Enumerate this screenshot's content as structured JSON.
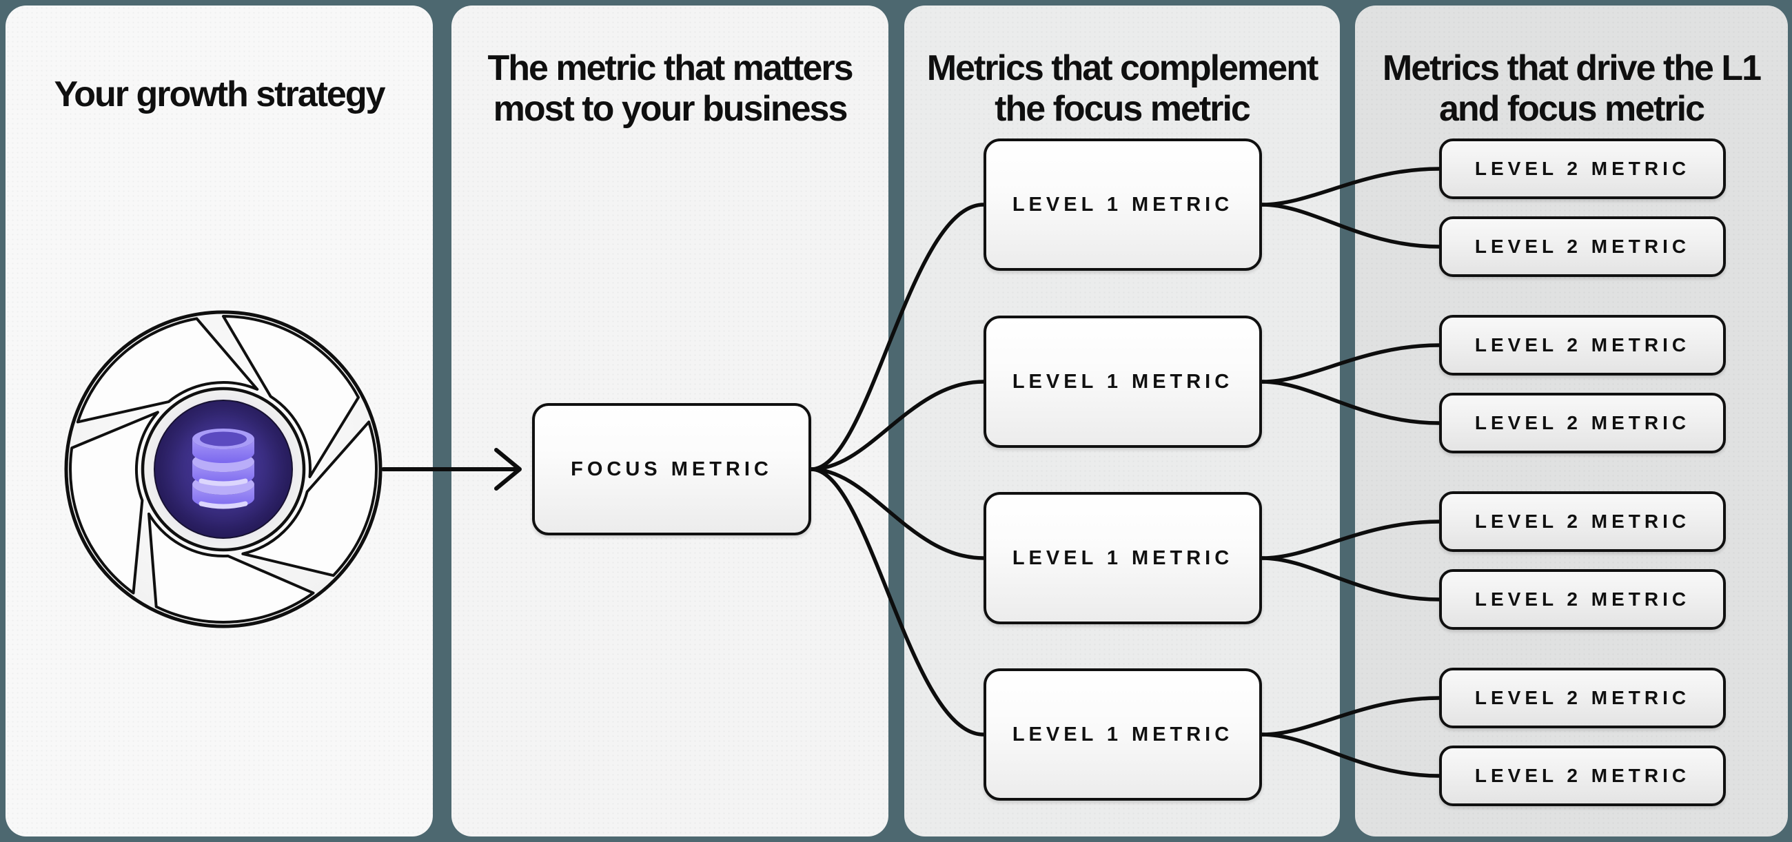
{
  "colors": {
    "background_teal": "#4d6870",
    "ink": "#101010",
    "accent_purple": "#7b68ee",
    "core_indigo": "#2a1f5c",
    "panel_1": "#f8f8f8",
    "panel_2": "#f4f4f4",
    "panel_3": "#ebecec",
    "panel_4": "#e0e1e1"
  },
  "columns": [
    {
      "id": "strategy",
      "title_lines": [
        "Your growth strategy",
        ""
      ]
    },
    {
      "id": "focus",
      "title_lines": [
        "The metric that matters",
        "most to your business"
      ]
    },
    {
      "id": "level1",
      "title_lines": [
        "Metrics that complement",
        "the focus metric"
      ]
    },
    {
      "id": "level2",
      "title_lines": [
        "Metrics that drive the L1",
        "and focus metric"
      ]
    }
  ],
  "nodes": {
    "focus_label": "FOCUS METRIC",
    "level1_label": "LEVEL 1 METRIC",
    "level2_label": "LEVEL 2 METRIC",
    "level1_count": 4,
    "level2_count": 8
  },
  "icons": {
    "flywheel": "flywheel-icon",
    "database": "database-icon",
    "arrow": "arrow-right-icon"
  }
}
